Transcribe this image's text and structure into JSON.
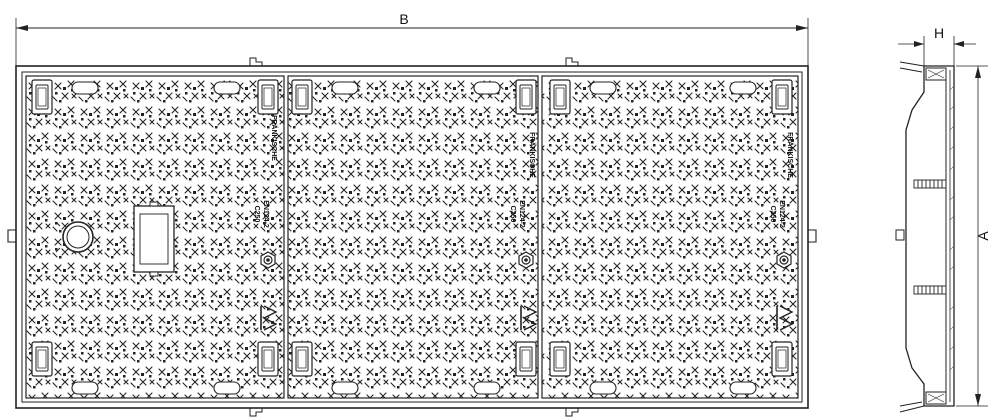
{
  "dimensions": {
    "width_label": "B",
    "height_label": "H",
    "length_label": "A"
  },
  "panels": [
    {
      "name": "left",
      "brand": "FRÄNKISCHE",
      "standard": "EN124-2",
      "class": "C250",
      "has_access_ring": true
    },
    {
      "name": "center",
      "brand": "FRÄNKISCHE",
      "standard": "EN124-2",
      "class": "C250",
      "has_access_ring": false
    },
    {
      "name": "right",
      "brand": "FRÄNKISCHE",
      "standard": "EN124-2",
      "class": "C250",
      "has_access_ring": false
    }
  ],
  "colors": {
    "line": "#222222",
    "background": "#ffffff"
  }
}
